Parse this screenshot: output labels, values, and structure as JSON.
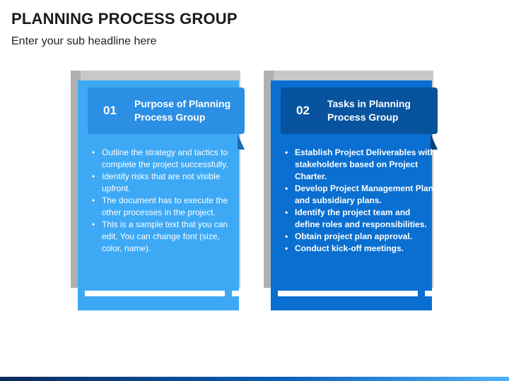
{
  "page": {
    "title": "PLANNING PROCESS GROUP",
    "subtitle": "Enter your sub headline here"
  },
  "cards": [
    {
      "number": "01",
      "title": "Purpose of Planning Process Group",
      "color": "#3da9f5",
      "items": [
        "Outline the strategy and tactics to complete the project successfully.",
        "Identify risks that are not visible upfront.",
        "The document has to execute the other processes in the project.",
        "This is a sample text that you can edit. You can change font (size, color, name)."
      ]
    },
    {
      "number": "02",
      "title": "Tasks in Planning Process Group",
      "color": "#0a6fd0",
      "items": [
        "Establish Project Deliverables with stakeholders based on Project Charter.",
        "Develop Project Management Plan and subsidiary plans.",
        "Identify the project team and define roles and responsibilities.",
        "Obtain project plan approval.",
        "Conduct kick-off meetings."
      ]
    }
  ]
}
